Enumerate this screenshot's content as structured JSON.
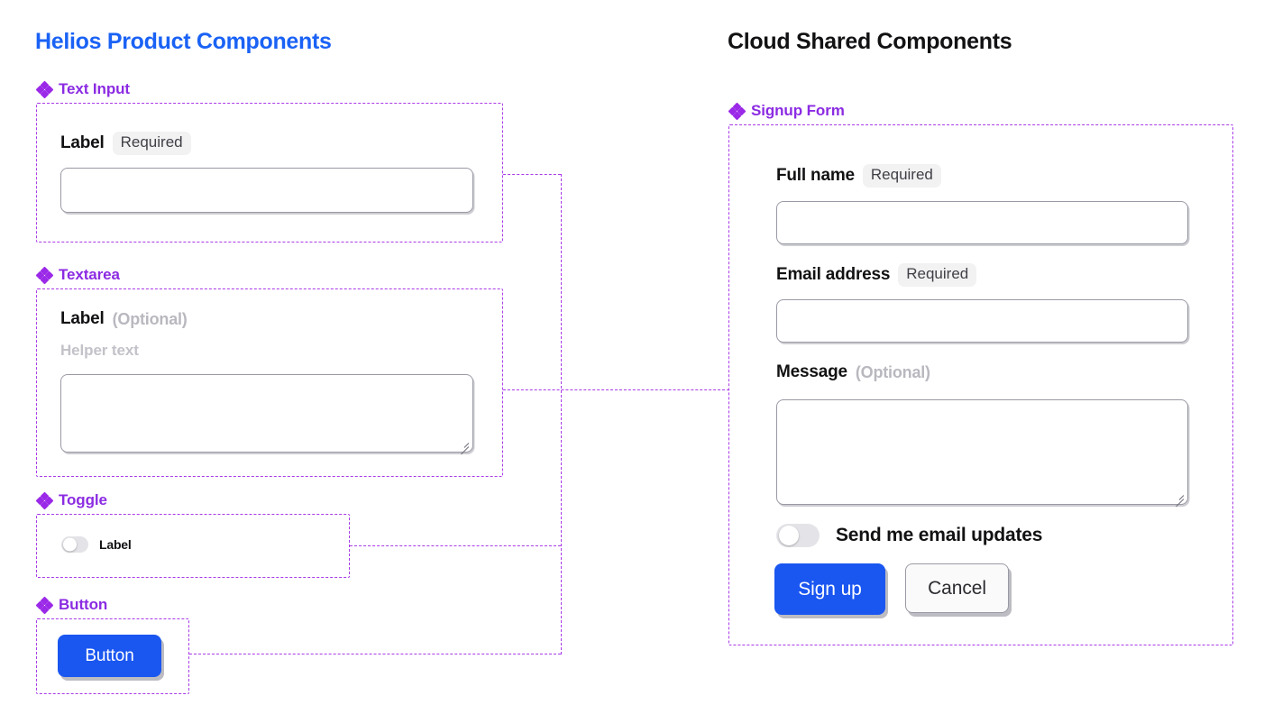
{
  "columns": {
    "left_title": "Helios Product Components",
    "right_title": "Cloud Shared Components"
  },
  "left_sections": {
    "text_input": {
      "section_label": "Text Input",
      "field_label": "Label",
      "badge": "Required",
      "input_value": ""
    },
    "textarea": {
      "section_label": "Textarea",
      "field_label": "Label",
      "optional": "(Optional)",
      "helper_text": "Helper text",
      "input_value": ""
    },
    "toggle": {
      "section_label": "Toggle",
      "toggle_label": "Label",
      "state": "off"
    },
    "button": {
      "section_label": "Button",
      "button_label": "Button"
    }
  },
  "signup_form": {
    "section_label": "Signup Form",
    "fields": {
      "full_name": {
        "label": "Full name",
        "badge": "Required",
        "value": ""
      },
      "email": {
        "label": "Email address",
        "badge": "Required",
        "value": ""
      },
      "message": {
        "label": "Message",
        "optional": "(Optional)",
        "value": ""
      }
    },
    "toggle": {
      "label": "Send me email updates",
      "state": "off"
    },
    "actions": {
      "primary": "Sign up",
      "secondary": "Cancel"
    }
  },
  "colors": {
    "accent_blue": "#1a62f5",
    "accent_purple": "#8b2be2",
    "frame_dashed": "#a93ae8",
    "badge_bg": "#f2f2f3",
    "muted_text": "#b8b8bf",
    "primary_button": "#1a56f0",
    "toggle_track_off": "#e4e4e8"
  }
}
